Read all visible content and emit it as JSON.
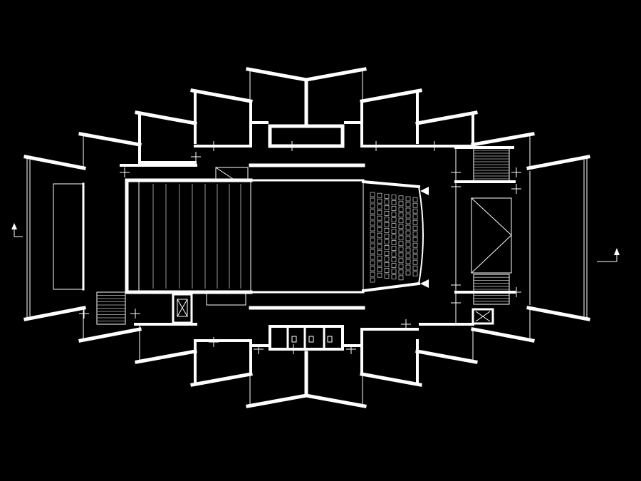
{
  "drawing": {
    "kind": "architectural floor plan (auditorium), inverted CAD line drawing",
    "background_color": "#000000",
    "line_color": "#ffffff",
    "section_markers": [
      "section-arrow-left",
      "section-arrow-right"
    ],
    "stage_arrows": 2
  }
}
